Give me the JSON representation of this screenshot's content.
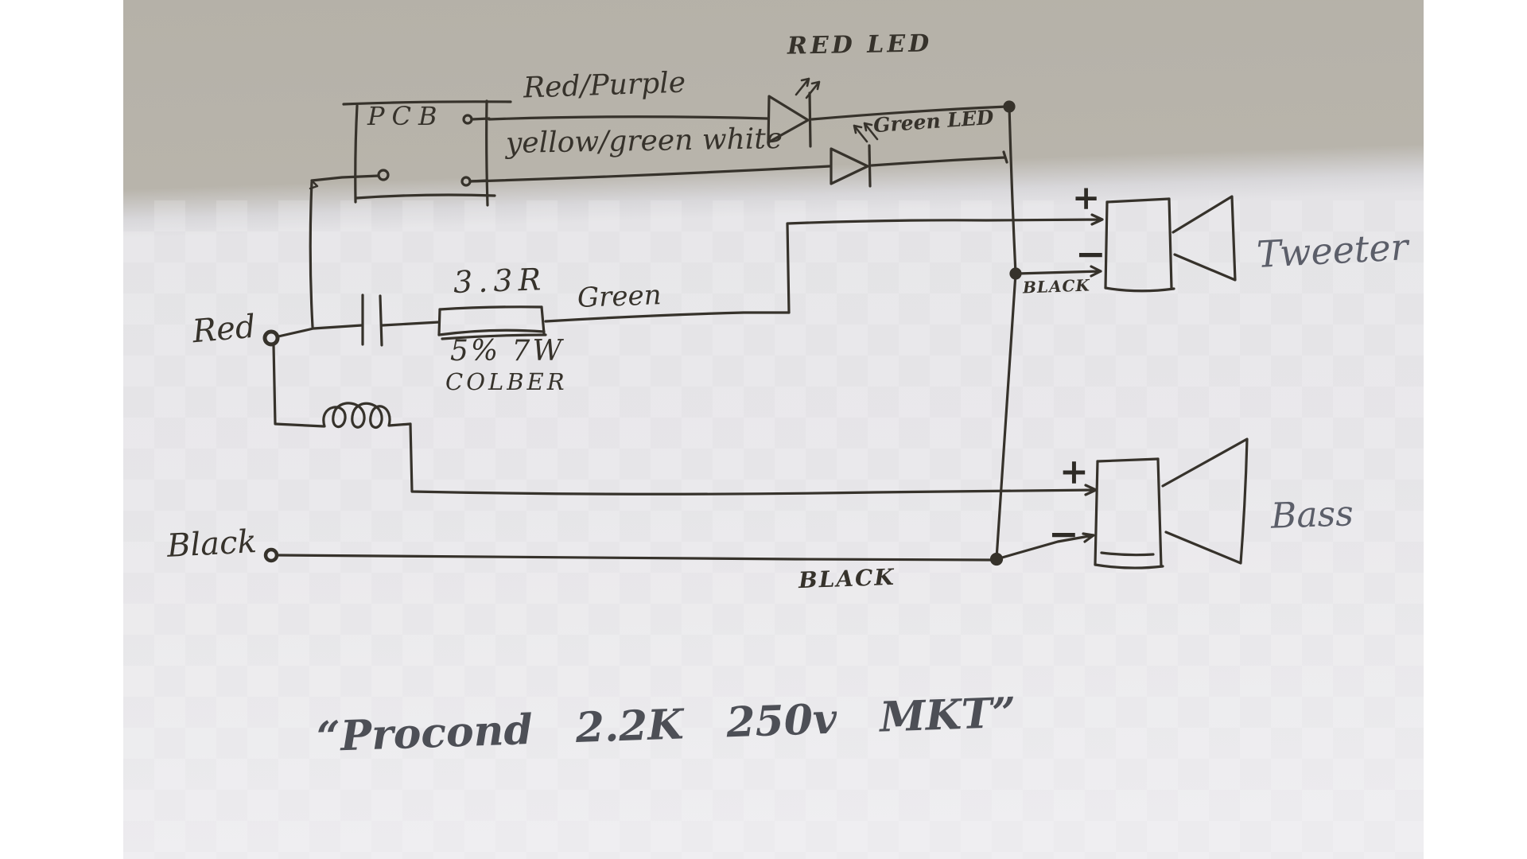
{
  "diagram": {
    "inputs": {
      "red": "Red",
      "black": "Black"
    },
    "pcb": {
      "label": "PCB"
    },
    "wires": {
      "red_purple": "Red/Purple",
      "yellow_green_white": "yellow/green white",
      "green": "Green",
      "black_tweeter": "BLACK",
      "black_bottom": "BLACK"
    },
    "leds": {
      "red": "RED LED",
      "green": "Green LED"
    },
    "resistor": {
      "value": "3.3R",
      "tolerance_power": "5% 7W",
      "brand": "COLBER"
    },
    "speakers": {
      "tweeter": {
        "label": "Tweeter",
        "plus": "+",
        "minus": "−"
      },
      "bass": {
        "label": "Bass",
        "plus": "+",
        "minus": "−"
      }
    },
    "capacitor_caption": "“Procond 2.2K 250v MKT”"
  },
  "colors": {
    "ink": "#36322b",
    "pencil": "#5b5e69",
    "paper_shade": "#b5b1a8",
    "paper_light": "#e4e3e6"
  }
}
